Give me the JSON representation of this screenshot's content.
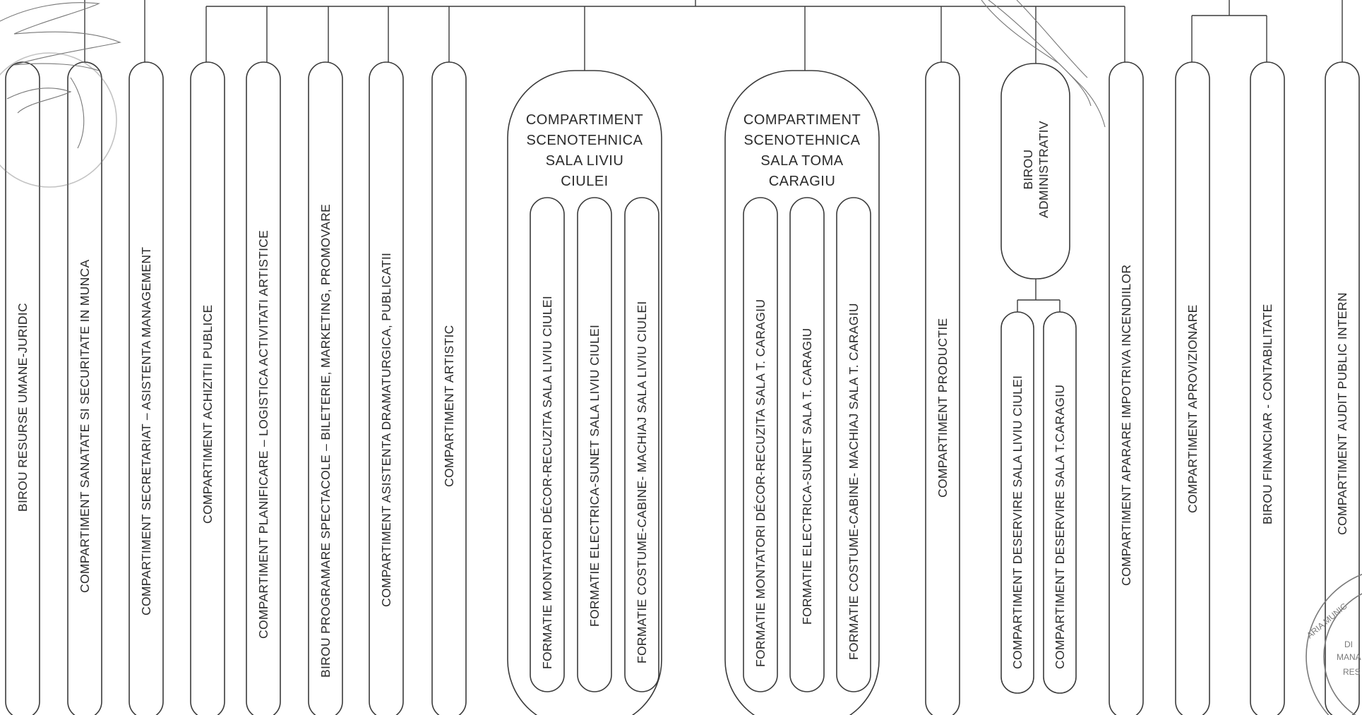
{
  "units": [
    "BIROU RESURSE UMANE-JURIDIC",
    "COMPARTIMENT SANATATE SI SECURITATE IN MUNCA",
    "COMPARTIMENT SECRETARIAT – ASISTENTA MANAGEMENT",
    "COMPARTIMENT ACHIZITII PUBLICE",
    "COMPARTIMENT PLANIFICARE – LOGISTICA ACTIVITATI ARTISTICE",
    "BIROU PROGRAMARE SPECTACOLE – BILETERIE, MARKETING, PROMOVARE",
    "COMPARTIMENT ASISTENTA DRAMATURGICA, PUBLICATII",
    "COMPARTIMENT ARTISTIC",
    "COMPARTIMENT PRODUCTIE",
    "COMPARTIMENT APARARE IMPOTRIVA INCENDIILOR",
    "COMPARTIMENT APROVIZIONARE",
    "BIROU FINANCIAR - CONTABILITATE",
    "COMPARTIMENT AUDIT PUBLIC INTERN"
  ],
  "scenotehnica_ciulei": {
    "title": [
      "COMPARTIMENT",
      "SCENOTEHNICA",
      "SALA LIVIU",
      "CIULEI"
    ],
    "children": [
      "FORMATIE MONTATORI DÉCOR-RECUZITA SALA LIVIU CIULEI",
      "FORMATIE ELECTRICA-SUNET SALA LIVIU CIULEI",
      "FORMATIE COSTUME-CABINE- MACHIAJ SALA LIVIU CIULEI"
    ]
  },
  "scenotehnica_caragiu": {
    "title": [
      "COMPARTIMENT",
      "SCENOTEHNICA",
      "SALA TOMA",
      "CARAGIU"
    ],
    "children": [
      "FORMATIE MONTATORI DÉCOR-RECUZITA SALA T. CARAGIU",
      "FORMATIE ELECTRICA-SUNET SALA T. CARAGIU",
      "FORMATIE COSTUME-CABINE- MACHIAJ SALA T. CARAGIU"
    ]
  },
  "birou_administrativ": {
    "title": [
      "BIROU",
      "ADMINISTRATIV"
    ],
    "children": [
      "COMPARTIMENT DESERVIRE SALA  LIVIU CIULEI",
      "COMPARTIMENT DESERVIRE SALA T.CARAGIU"
    ]
  },
  "stamp": {
    "text": [
      "ARIA MUNIC",
      "DI",
      "MANA",
      "RES"
    ]
  }
}
